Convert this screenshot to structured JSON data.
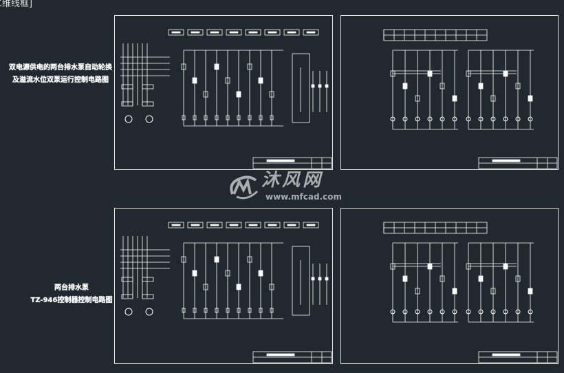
{
  "viewport": {
    "label": "二维线框]"
  },
  "drawings": [
    {
      "caption": [
        "双电源供电的两台排水泵自动轮换",
        "及溢流水位双泵运行控制电路图"
      ]
    },
    {
      "caption": []
    },
    {
      "caption": [
        "两台排水泵",
        "TZ-946控制器控制电路图"
      ]
    },
    {
      "caption": []
    }
  ],
  "watermark": {
    "name": "沐风网",
    "url": "www.mfcad.com"
  },
  "colors": {
    "background": "#212830",
    "lines": "#ffffff"
  }
}
